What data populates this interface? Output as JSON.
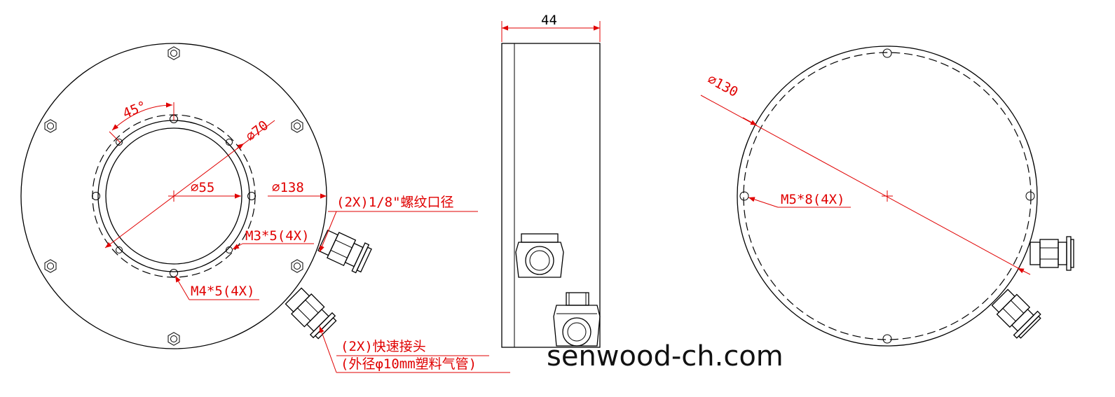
{
  "labels": {
    "angle": "45°",
    "dia_70": "⌀70",
    "dia_55": "⌀55",
    "dia_138": "⌀138",
    "thread_port": "(2X)1/8\"螺纹口径",
    "m3": "M3*5(4X)",
    "m4": "M4*5(4X)",
    "fitting_line1": "(2X)快速接头",
    "fitting_line2": "(外径φ10mm塑料气管)",
    "width_44": "44",
    "dia_130": "⌀130",
    "m5": "M5*8(4X)"
  },
  "watermark": "senwood-ch.com",
  "colors": {
    "dimension": "#e00000",
    "outline": "#000000"
  }
}
